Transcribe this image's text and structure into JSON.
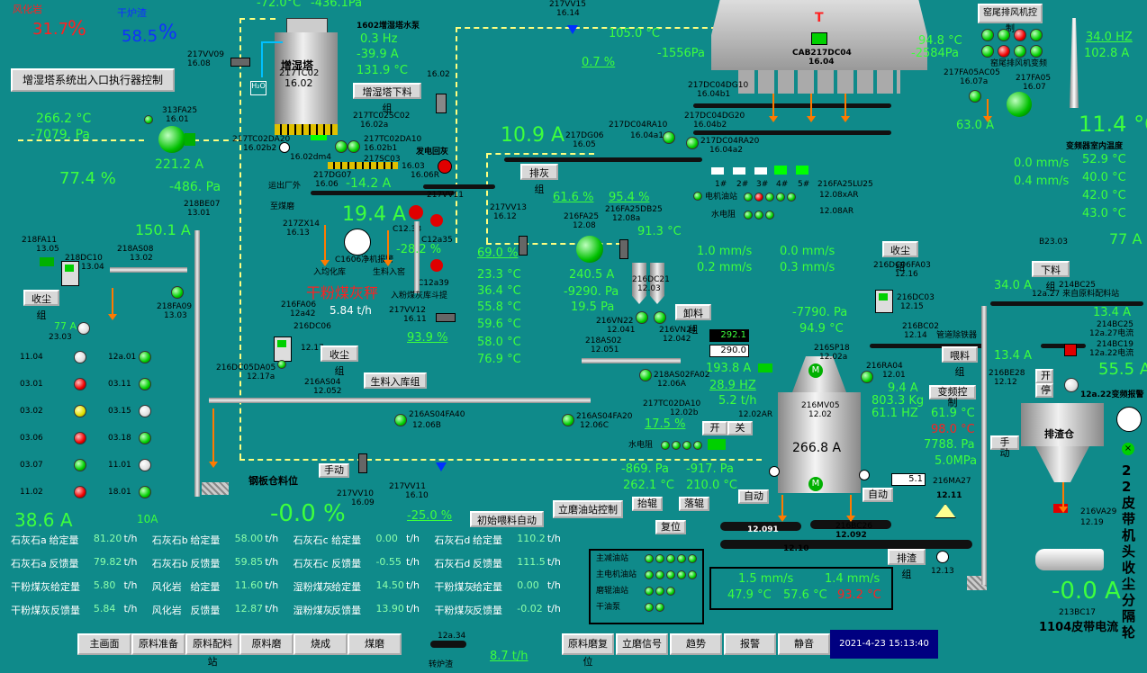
{
  "top_left": {
    "fhy_label": "风化岩",
    "fhy_value": "31.7",
    "fhy_unit": "%",
    "glz_label": "干炉渣",
    "glz_value": "58.5",
    "glz_unit": "%"
  },
  "top_readings": {
    "t1": "-72.0°C",
    "p1": "-436.1Pa"
  },
  "control_btn": "增湿塔系统出入口执行器控制",
  "zst": {
    "name": "增湿塔",
    "code": "217TC02",
    "num": "16.02",
    "h2o": "H₂O",
    "pump_label": "1602增湿塔水泵",
    "pump_hz": "0.3 Hz",
    "pump_a": "-39.9 A",
    "pump_t": "131.9 °C"
  },
  "left_fan": {
    "code": "313FA25",
    "num": "16.01",
    "temp": "266.2 °C",
    "press": "-7079. Pa",
    "amp": "221.2 A",
    "pct": "77.4 %",
    "press2": "-486. Pa"
  },
  "valves": {
    "v1": "217VV09",
    "v1n": "16.08",
    "v2": "217VV15",
    "v2n": "16.14",
    "v3": "217VV10",
    "v3n": "16.09",
    "v4": "217VV11",
    "v4n": "16.10",
    "v5": "217VV12",
    "v5n": "16.11"
  },
  "zst_hopper": {
    "btn": "增湿塔下料组",
    "code": "16.02",
    "tc": "217TC02SC02",
    "tcn": "16.02a",
    "tc2": "217TC02DA10",
    "tc2n": "16.02b1",
    "da20": "217TC02DA20",
    "da20n": "16.02b2",
    "dm4": "16.02dm4",
    "sc03": "217SC03",
    "sc03n": "16.03",
    "dg07": "217DG07",
    "dg07n": "16.06",
    "out": "运出厂外",
    "amp": "-14.2 A"
  },
  "fly_ash": {
    "label": "发电回灰",
    "code": "16.06R",
    "coal": "至煤磨",
    "zx14": "217ZX14",
    "zx14n": "16.13",
    "amp": "19.4 A",
    "c1606": "C1606净机报警",
    "in_lib": "入均化库",
    "raw_in": "生料入窖",
    "big": "干粉煤灰秤",
    "flow": "5.84 t/h",
    "c1233": "C12.33",
    "c12a35": "C12a35",
    "c12a39": "C12a39",
    "to_belt": "入粉煤灰库斗提",
    "pct": "-28.2 %",
    "pct2": "93.9 %"
  },
  "cab": {
    "code": "CAB217DC04",
    "num": "16.04",
    "dg10": "217DC04DG10",
    "dg10n": "16.04b1",
    "dg20": "217DC04DG20",
    "dg20n": "16.04b2",
    "ra10": "217DC04RA10",
    "ra10n": "16.04a1",
    "ra20": "217DC04RA20",
    "ra20n": "16.04a2",
    "dg06": "217DG06",
    "dg06n": "16.05",
    "temp": "105.0 °C",
    "pa": "-1556Pa",
    "pct": "0.7 %",
    "amp": "10.9 A",
    "discharge": "排灰组"
  },
  "right_top": {
    "temp": "94.8 °C",
    "pa": "-2584Pa",
    "fan_ctrl": "窑尾排风机控制",
    "fan_vfd": "窑尾排风机变频",
    "hz": "34.0 HZ",
    "amp": "102.8 A",
    "ac05": "217FA05AC05",
    "ac05n": "16.07a",
    "fa05": "217FA05",
    "fa05n": "16.07",
    "amp2": "63.0 A",
    "room": "11.4 °C",
    "room_label": "变频器室内温度"
  },
  "env": {
    "v1": "0.0 mm/s",
    "v2": "0.4 mm/s",
    "t1": "52.9 °C",
    "t2": "40.0 °C",
    "t3": "42.0 °C",
    "t4": "43.0 °C",
    "amp": "77 A",
    "b23": "B23.03"
  },
  "lub": {
    "h1": "1#",
    "h2": "2#",
    "h3": "3#",
    "h4": "4#",
    "h5": "5#",
    "fa25": "216FA25LU25",
    "fa25n": "12.08xAR",
    "station": "电机油站",
    "water": "水电阻",
    "ar": "12.08AR"
  },
  "mid": {
    "fa25": "216FA25",
    "fa25n": "12.08",
    "db25": "216FA25DB25",
    "db25n": "12.08a",
    "p1": "61.6 %",
    "p2": "95.4 %",
    "temp": "91.3 °C",
    "amp": "240.5 A",
    "pa": "-9290. Pa",
    "pa2": "19.5 Pa",
    "c21": "216DC21",
    "c21n": "12.03",
    "vn22": "216VN22",
    "vn22n": "12.041",
    "vn24": "216VN24",
    "vn24n": "12.042",
    "unload": "卸料组",
    "as02": "218AS02",
    "as02n": "12.051",
    "as02fa": "218AS02FA02",
    "as02fan": "12.06A",
    "pct_top": "69.0 %"
  },
  "temps_col": {
    "t1": "23.3 °C",
    "t2": "36.4 °C",
    "t3": "55.8 °C",
    "t4": "59.6 °C",
    "t5": "58.0 °C",
    "t6": "76.9 °C"
  },
  "vib": {
    "v1": "1.0 mm/s",
    "v2": "0.2 mm/s",
    "v3": "0.0 mm/s",
    "v4": "0.3 mm/s"
  },
  "mill": {
    "code": "216MV05",
    "num": "12.02",
    "amp": "266.8 A",
    "pa": "-7790. Pa",
    "temp": "94.9 °C",
    "sp18": "216SP18",
    "sp18n": "12.02a",
    "box1": "292.1",
    "box2": "290.0",
    "amp2": "193.8 A",
    "hz": "28.9 HZ",
    "flow": "5.2 t/h",
    "pct": "17.5 %",
    "da10": "217TC02DA10",
    "da10n": "12.02b",
    "ar": "12.02AR",
    "open": "开",
    "close": "关",
    "water": "水电阻",
    "p1": "-869. Pa",
    "p2": "-917. Pa",
    "t1": "262.1 °C",
    "t2": "210.0 °C",
    "auto": "自动",
    "auto2": "自动",
    "oil_ctrl": "立磨油站控制",
    "lift": "抬辊",
    "drop": "落辊",
    "reset": "复位"
  },
  "ra04": {
    "code": "216RA04",
    "num": "12.01",
    "amp": "9.4 A",
    "kg": "803.3 Kg",
    "hz": "61.1 HZ",
    "ctrl": "变频控制",
    "t": "61.9 °C",
    "t2": "98.0 °C",
    "pa": "7788. Pa",
    "mpa": "5.0MPa",
    "bc02": "216BC02",
    "bc02n": "12.14",
    "metal": "管道除铁器",
    "feed": "喂料组",
    "collect": "收尘组",
    "dc06": "216DC06FA03",
    "dc06n": "12.16",
    "dc03": "216DC03",
    "dc03n": "12.15",
    "ma27": "216MA27",
    "ma27n": "12.11",
    "box": "5.1"
  },
  "belts": {
    "b1": "12.091",
    "b2": "216BC26",
    "b2n": "12.092",
    "b3": "12.10",
    "reject": "排渣组",
    "n13": "12.13"
  },
  "right_side": {
    "amp1": "34.0 A",
    "down": "下料组",
    "bc25": "214BC25",
    "bc25d": "12a.27 来自原料配料站",
    "amp2": "13.4 A",
    "bc25b": "214BC25",
    "bc25bd": "12a.27电流",
    "bc19": "214BC19",
    "bc19d": "12a.22电流",
    "amp3": "13.4 A",
    "amp4": "55.5 A",
    "be28": "216BE28",
    "be28n": "12.12",
    "open": "开",
    "stop": "停",
    "alarm": "12a.22变频报警",
    "manual": "手动",
    "slag": "排渣仓",
    "va29": "216VA29",
    "va29n": "12.19",
    "big": "-0.0 A",
    "bc17": "213BC17",
    "belt_cur": "1104皮带电流",
    "vert": "22皮带机头收尘分隔轮"
  },
  "left": {
    "fa11": "218FA11",
    "fa11n": "13.05",
    "dc10": "218DC10",
    "dc10n": "13.04",
    "as08": "218AS08",
    "as08n": "13.02",
    "be07": "218BE07",
    "be07n": "13.01",
    "amp": "150.1 A",
    "fa09": "218FA09",
    "fa09n": "13.03",
    "collect": "收尘组",
    "a77": "77 A",
    "n2303": "23.03",
    "fa06": "216FA06",
    "fa06n": "12a42",
    "dc06": "216DC06",
    "dc06n": "12.17",
    "da05": "216DC05DA05",
    "da05n": "12.17a",
    "collect2": "收尘组",
    "as04": "216AS04",
    "as04n": "12.052",
    "raw_group": "生料入库组",
    "as04fa": "216AS04FA40",
    "as04fan": "12.06B",
    "as04fa20": "216AS04FA20",
    "as04fa20n": "12.06C",
    "steel": "钢板仓料位",
    "manual": "手动",
    "bottom_amp": "38.6 A",
    "pct": "-0.0 %",
    "small_a": "10A",
    "pct3": "-25.0 %",
    "init": "初始喂料自动"
  },
  "status_grid": [
    {
      "l": "11.04",
      "lc": "white",
      "r": "12a.01",
      "rc": "green"
    },
    {
      "l": "03.01",
      "lc": "red",
      "r": "03.11",
      "rc": "green"
    },
    {
      "l": "03.02",
      "lc": "yellow",
      "r": "03.15",
      "rc": "white"
    },
    {
      "l": "03.06",
      "lc": "red",
      "r": "03.18",
      "rc": "green"
    },
    {
      "l": "03.07",
      "lc": "green",
      "r": "11.01",
      "rc": "white"
    },
    {
      "l": "11.02",
      "lc": "red",
      "r": "18.01",
      "rc": "green"
    }
  ],
  "feed_table": [
    [
      "石灰石a",
      "给定量",
      "81.20",
      "t/h",
      "石灰石b",
      "给定量",
      "58.00",
      "t/h",
      "石灰石c",
      "给定量",
      "0.00",
      "t/h",
      "石灰石d",
      "给定量",
      "110.2",
      "t/h"
    ],
    [
      "石灰石a",
      "反馈量",
      "79.82",
      "t/h",
      "石灰石b",
      "反馈量",
      "59.85",
      "t/h",
      "石灰石c",
      "反馈量",
      "-0.55",
      "t/h",
      "石灰石d",
      "反馈量",
      "111.5",
      "t/h"
    ],
    [
      "干粉煤灰给定量",
      "",
      "5.80",
      "t/h",
      "风化岩",
      "给定量",
      "11.60",
      "t/h",
      "湿粉煤灰",
      "给定量",
      "14.50",
      "t/h",
      "干粉煤灰",
      "给定量",
      "0.00",
      "t/h"
    ],
    [
      "干粉煤灰反馈量",
      "",
      "5.84",
      "t/h",
      "风化岩",
      "反馈量",
      "12.87",
      "t/h",
      "湿粉煤灰",
      "反馈量",
      "13.90",
      "t/h",
      "干粉煤灰",
      "反馈量",
      "-0.02",
      "t/h"
    ]
  ],
  "oil_panel": [
    {
      "label": "主减油站",
      "n": 5
    },
    {
      "label": "主电机油站",
      "n": 5
    },
    {
      "label": "磨辊油站",
      "n": 3
    },
    {
      "label": "干油泵",
      "n": 2
    }
  ],
  "panel_vals": {
    "v1": "1.5 mm/s",
    "v2": "1.4 mm/s",
    "t1": "47.9 °C",
    "t2": "57.6 °C",
    "t3": "93.2 °C"
  },
  "nav": [
    "主画面",
    "原料准备",
    "原料配料站",
    "原料磨",
    "烧成",
    "煤磨"
  ],
  "nav2": [
    "原料磨复位",
    "立磨信号",
    "趋势",
    "报警",
    "静音"
  ],
  "clinker": {
    "code": "12a.34",
    "label": "转炉渣",
    "flow": "8.7 t/h"
  },
  "datetime": "2021-4-23 15:13:40"
}
